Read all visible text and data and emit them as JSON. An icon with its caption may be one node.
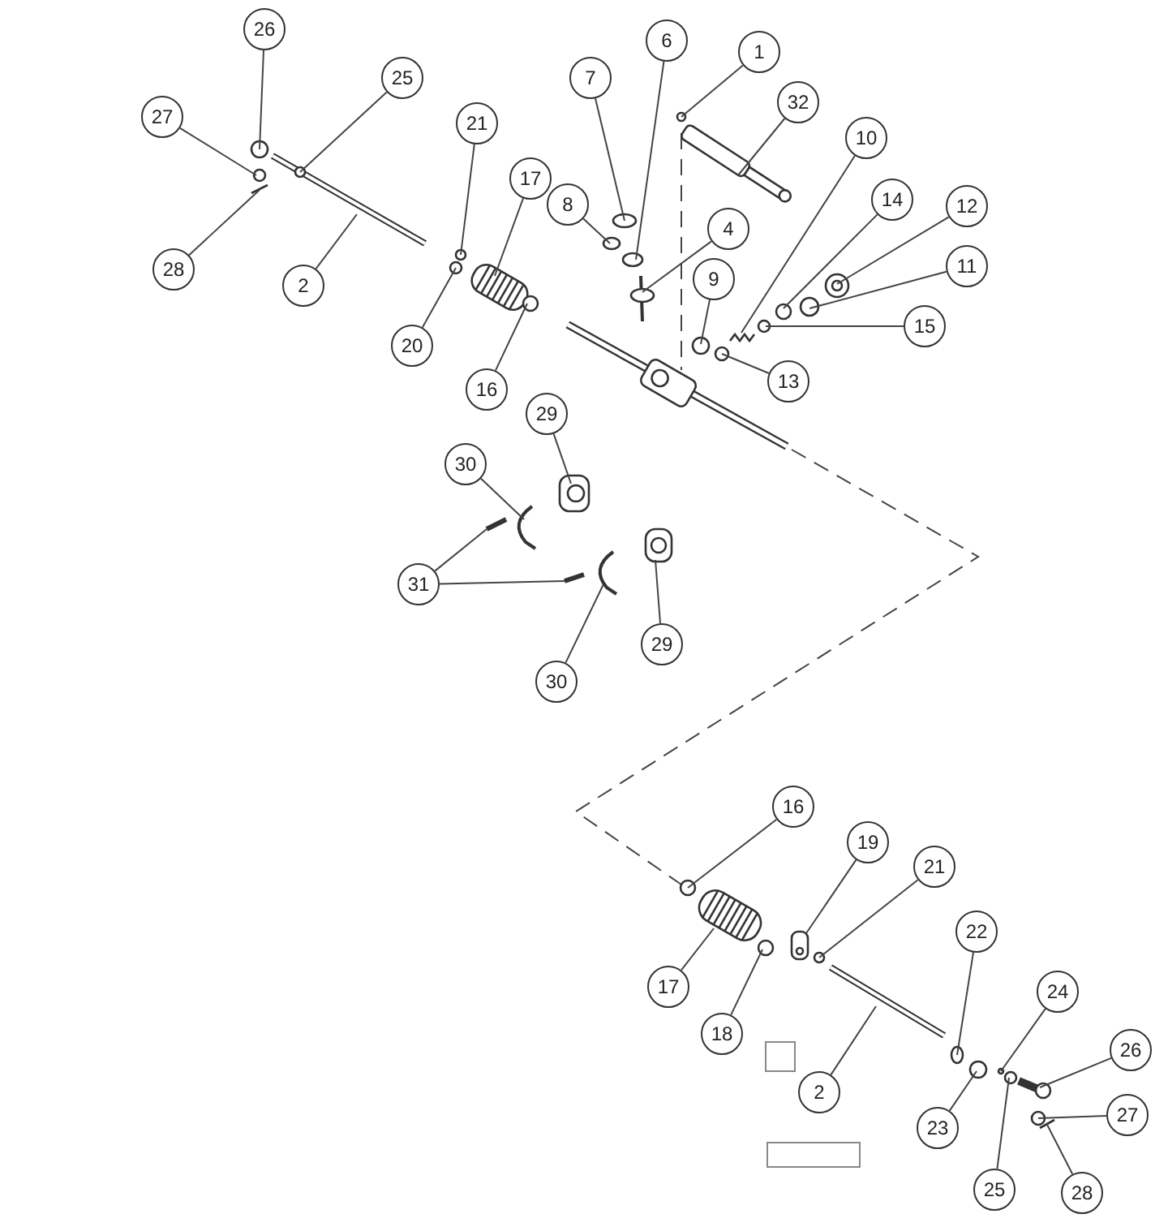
{
  "diagram": {
    "nodes": [
      {
        "text": [
          "26"
        ]
      },
      {
        "text": [
          "25"
        ]
      },
      {
        "text": [
          "27"
        ]
      },
      {
        "text": [
          "28"
        ]
      },
      {
        "text": [
          "2"
        ]
      },
      {
        "text": [
          "21"
        ]
      },
      {
        "text": [
          "17"
        ]
      },
      {
        "text": [
          "20"
        ]
      },
      {
        "text": [
          "16"
        ]
      },
      {
        "text": [
          "7"
        ]
      },
      {
        "text": [
          "6"
        ]
      },
      {
        "text": [
          "1"
        ]
      },
      {
        "text": [
          "32"
        ]
      },
      {
        "text": [
          "8"
        ]
      },
      {
        "text": [
          "4"
        ]
      },
      {
        "text": [
          "10"
        ]
      },
      {
        "text": [
          "14"
        ]
      },
      {
        "text": [
          "12"
        ]
      },
      {
        "text": [
          "11"
        ]
      },
      {
        "text": [
          "9"
        ]
      },
      {
        "text": [
          "15"
        ]
      },
      {
        "text": [
          "13"
        ]
      },
      {
        "text": [
          "29"
        ]
      },
      {
        "text": [
          "30"
        ]
      },
      {
        "text": [
          "31"
        ]
      },
      {
        "text": [
          "30"
        ]
      },
      {
        "text": [
          "29"
        ]
      },
      {
        "text": [
          "16"
        ]
      },
      {
        "text": [
          "19"
        ]
      },
      {
        "text": [
          "21"
        ]
      },
      {
        "text": [
          "22"
        ]
      },
      {
        "text": [
          "17"
        ]
      },
      {
        "text": [
          "18"
        ]
      },
      {
        "text": [
          "2"
        ]
      },
      {
        "text": [
          "24"
        ]
      },
      {
        "text": [
          "26"
        ]
      },
      {
        "text": [
          "23"
        ]
      },
      {
        "text": [
          "27"
        ]
      },
      {
        "text": [
          "25"
        ]
      },
      {
        "text": [
          "28"
        ]
      }
    ],
    "edges": [
      {
        "from": 0,
        "to": null,
        "arrow": "none"
      },
      {
        "from": 1,
        "to": null,
        "arrow": "none"
      },
      {
        "from": 2,
        "to": null,
        "arrow": "none"
      },
      {
        "from": 3,
        "to": null,
        "arrow": "none"
      },
      {
        "from": 4,
        "to": null,
        "arrow": "none"
      },
      {
        "from": 5,
        "to": null,
        "arrow": "none"
      },
      {
        "from": 6,
        "to": null,
        "arrow": "none"
      },
      {
        "from": 7,
        "to": null,
        "arrow": "none"
      },
      {
        "from": 8,
        "to": null,
        "arrow": "none"
      },
      {
        "from": 9,
        "to": null,
        "arrow": "none"
      },
      {
        "from": 10,
        "to": null,
        "arrow": "none"
      },
      {
        "from": 11,
        "to": null,
        "arrow": "none"
      },
      {
        "from": 12,
        "to": null,
        "arrow": "none"
      },
      {
        "from": 13,
        "to": null,
        "arrow": "none"
      },
      {
        "from": 14,
        "to": null,
        "arrow": "none"
      },
      {
        "from": 15,
        "to": null,
        "arrow": "none"
      },
      {
        "from": 16,
        "to": null,
        "arrow": "none"
      },
      {
        "from": 17,
        "to": null,
        "arrow": "none"
      },
      {
        "from": 18,
        "to": null,
        "arrow": "none"
      },
      {
        "from": 19,
        "to": null,
        "arrow": "none"
      },
      {
        "from": 20,
        "to": null,
        "arrow": "none"
      },
      {
        "from": 21,
        "to": null,
        "arrow": "none"
      },
      {
        "from": 22,
        "to": null,
        "arrow": "none"
      },
      {
        "from": 23,
        "to": null,
        "arrow": "none"
      },
      {
        "from": 24,
        "to": null,
        "arrow": "none"
      },
      {
        "from": 24,
        "to": null,
        "arrow": "none"
      },
      {
        "from": 25,
        "to": null,
        "arrow": "none"
      },
      {
        "from": 26,
        "to": null,
        "arrow": "none"
      },
      {
        "from": 27,
        "to": null,
        "arrow": "none"
      },
      {
        "from": 28,
        "to": null,
        "arrow": "none"
      },
      {
        "from": 29,
        "to": null,
        "arrow": "none"
      },
      {
        "from": 30,
        "to": null,
        "arrow": "none"
      },
      {
        "from": 31,
        "to": null,
        "arrow": "none"
      },
      {
        "from": 32,
        "to": null,
        "arrow": "none"
      },
      {
        "from": 33,
        "to": null,
        "arrow": "none"
      },
      {
        "from": 34,
        "to": null,
        "arrow": "none"
      },
      {
        "from": 35,
        "to": null,
        "arrow": "none"
      },
      {
        "from": 36,
        "to": null,
        "arrow": "none"
      },
      {
        "from": 37,
        "to": null,
        "arrow": "none"
      },
      {
        "from": 38,
        "to": null,
        "arrow": "none"
      },
      {
        "from": 39,
        "to": null,
        "arrow": "none"
      }
    ]
  }
}
